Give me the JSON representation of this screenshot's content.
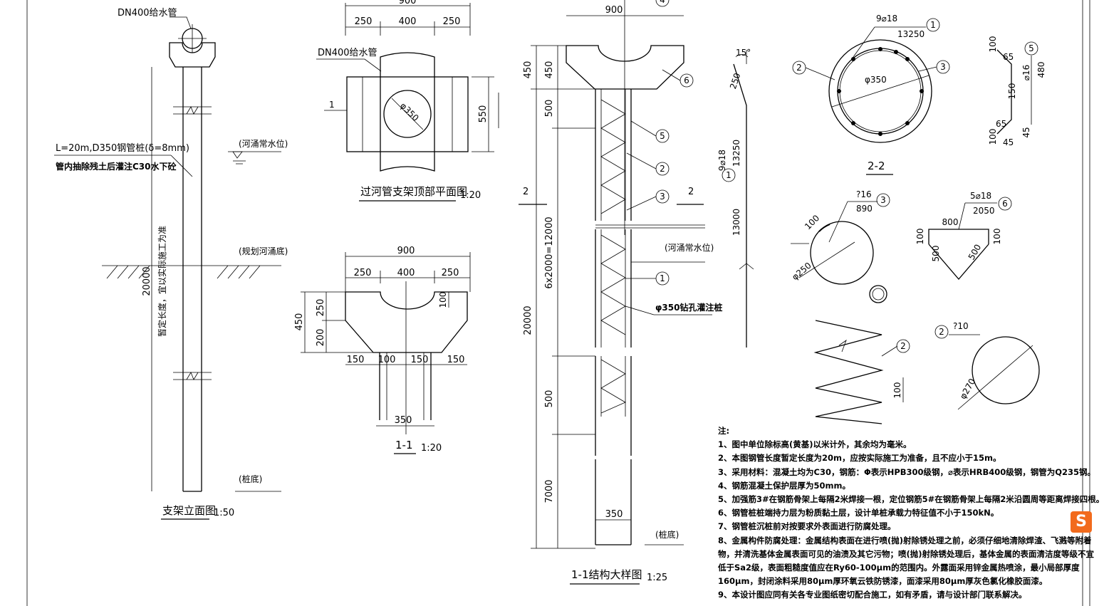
{
  "elevation": {
    "pipe_label": "DN400给水管",
    "pile_label": "L=20m,D350钢管桩(δ=8mm)",
    "pile_fill": "管内抽除残土后灌注C30水下砼",
    "water_level": "(河涌常水位)",
    "river_bottom": "(规划河涌底)",
    "pile_bottom": "(桩底)",
    "dim_total": "20000",
    "dim_note": "暂定长度，宜以实际施工为准",
    "title": "支架立面图",
    "scale": "1:50"
  },
  "plan": {
    "dim_total": "900",
    "dim_left": "250",
    "dim_mid": "400",
    "dim_right": "250",
    "pipe_label": "DN400给水管",
    "diameter": "φ350",
    "dim_depth": "550",
    "section_mark": "1",
    "title": "过河管支架顶部平面图",
    "scale": "1:20"
  },
  "section11": {
    "dim_total": "900",
    "dim_left": "250",
    "dim_mid": "400",
    "dim_right": "250",
    "dim_height": "450",
    "dim_upper": "250",
    "dim_lower": "200",
    "dim_notch": "100",
    "dim_b1": "150",
    "dim_b2": "100",
    "dim_b3": "150",
    "dim_b4": "150",
    "dim_pile": "350",
    "title": "1-1",
    "scale": "1:20"
  },
  "detail": {
    "dim_top": "900",
    "dim_450a": "450",
    "dim_450b": "450",
    "dim_500a": "500",
    "dim_spacing": "6x2000=12000",
    "dim_20000": "20000",
    "dim_500b": "500",
    "dim_7000": "7000",
    "dim_350": "350",
    "marks": [
      "4",
      "6",
      "5",
      "2",
      "3",
      "1"
    ],
    "section_mark": "2",
    "water_level": "(河涌常水位)",
    "hole_label": "φ350钻孔灌注桩",
    "pile_bottom": "(桩底)",
    "title": "1-1结构大样图",
    "scale": "1:25"
  },
  "section22": {
    "rebar_label": "9⌀18",
    "rebar_len": "13250",
    "diameter": "φ350",
    "marks": [
      "1",
      "2",
      "3"
    ],
    "title": "2-2"
  },
  "bar1": {
    "angle": "15°",
    "hook": "250",
    "label": "9⌀18",
    "length": "13250",
    "mark": "1",
    "dim": "13000"
  },
  "bar5": {
    "d100a": "100",
    "d65a": "65",
    "d150": "150",
    "d65b": "65",
    "d100b": "100",
    "d45a": "45",
    "d45b": "45",
    "dia": "⌀16",
    "len": "480",
    "mark": "5"
  },
  "bar3": {
    "label": "?16",
    "length": "890",
    "mark": "3",
    "overlap": "100",
    "diameter": "φ250"
  },
  "bar6": {
    "label": "5⌀18",
    "length": "2050",
    "mark": "6",
    "top": "800",
    "left": "100",
    "right": "100",
    "slope1": "500",
    "slope2": "500"
  },
  "bar2": {
    "mark": "2",
    "pitch": "100",
    "ring_label": "?10",
    "ring_dia": "φ270"
  },
  "notes": {
    "heading": "注:",
    "items": [
      "1、图中单位除标高(黄基)以米计外，其余均为毫米。",
      "2、本图钢管长度暂定长度为20m，应按实际施工为准备，且不应小于15m。",
      "3、采用材料：混凝土均为C30，钢筋：Φ表示HPB300级钢，⌀表示HRB400级钢，钢管为Q235钢。",
      "4、钢筋混凝土保护层厚为50mm。",
      "5、加强筋3#在钢筋骨架上每隔2米焊接一根，定位钢筋5#在钢筋骨架上每隔2米沿圆周等距离焊接四根。",
      "6、钢管桩桩端持力层为粉质黏土层，设计单桩承载力特征值不小于150kN。",
      "7、钢管桩沉桩前对按要求外表面进行防腐处理。",
      "8、金属构件防腐处理：金属结构表面在进行喷(抛)射除锈处理之前，必须仔细地清除焊渣、飞溅等附着",
      "物，并清洗基体金属表面可见的油渍及其它污物；喷(抛)射除锈处理后，基体金属的表面清洁度等级不宜",
      "低于Sa2级，表面粗糙度值应在Ry60-100μm的范围内。外露面采用锌金属热喷涂，最小局部厚度",
      "160μm，封闭涂料采用80μm厚环氧云铁防锈漆，面漆采用80μm厚灰色氯化橡胶面漆。",
      "9、本设计图应同有关各专业图纸密切配合施工，如有矛盾，请与设计部门联系解决。"
    ]
  },
  "logo": {
    "glyph": "S",
    "color": "#f26b1d"
  }
}
